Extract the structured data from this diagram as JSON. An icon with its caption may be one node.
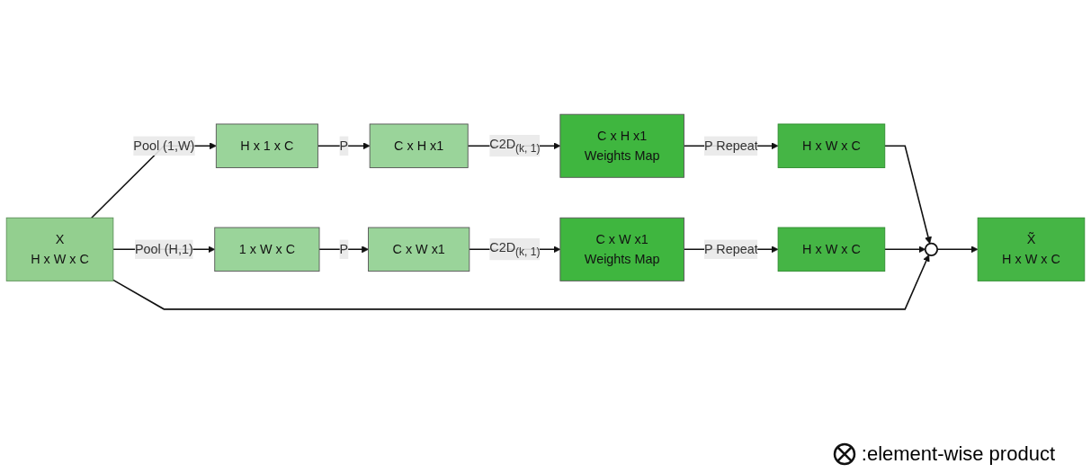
{
  "diagram": {
    "nodes": [
      {
        "text": [
          "X",
          "H x W x C"
        ]
      },
      {
        "text": [
          "H x 1 x C"
        ]
      },
      {
        "text": [
          "C x H x1"
        ]
      },
      {
        "text": [
          "C x H x1",
          "Weights Map"
        ]
      },
      {
        "text": [
          "H x W x C"
        ]
      },
      {
        "text": [
          "1 x W x C"
        ]
      },
      {
        "text": [
          "C x W x1"
        ]
      },
      {
        "text": [
          "C x W x1",
          "Weights Map"
        ]
      },
      {
        "text": [
          "H x W x C"
        ]
      },
      {
        "text": [],
        "shape": "circle"
      },
      {
        "text": [
          "X̃",
          "H x W x C"
        ]
      }
    ],
    "edges": [
      {
        "from": 0,
        "to": 1,
        "arrow": "to",
        "label": "Pool  (1,W)"
      },
      {
        "from": 1,
        "to": 2,
        "arrow": "to",
        "label": "P"
      },
      {
        "from": 2,
        "to": 3,
        "arrow": "to",
        "label": "C2D$_{(k, 1)}$"
      },
      {
        "from": 3,
        "to": 4,
        "arrow": "to",
        "label": "P Repeat"
      },
      {
        "from": 4,
        "to": 9,
        "arrow": "to"
      },
      {
        "from": 0,
        "to": 5,
        "arrow": "to",
        "label": "Pool  (H,1)"
      },
      {
        "from": 5,
        "to": 6,
        "arrow": "to",
        "label": "P"
      },
      {
        "from": 6,
        "to": 7,
        "arrow": "to",
        "label": "C2D$_{(k, 1)}$"
      },
      {
        "from": 7,
        "to": 8,
        "arrow": "to",
        "label": "P Repeat"
      },
      {
        "from": 8,
        "to": 9,
        "arrow": "to"
      },
      {
        "from": 0,
        "to": 9,
        "arrow": "to"
      },
      {
        "from": 9,
        "to": 10,
        "arrow": "to"
      }
    ],
    "legend": [
      {
        "text": ":element-wise product"
      }
    ]
  }
}
